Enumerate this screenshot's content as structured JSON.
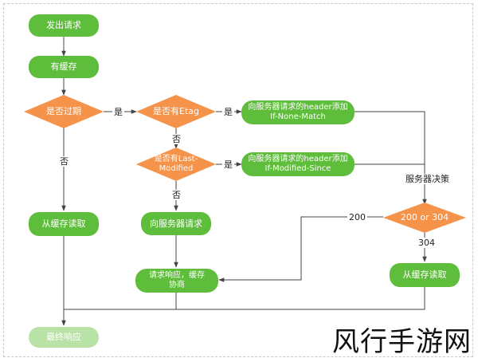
{
  "colors": {
    "green": "#5fbd3c",
    "green_faded": "#b9e3a6",
    "orange": "#f5934a",
    "line": "#444444"
  },
  "nodes": {
    "send_request": "发出请求",
    "has_cache": "有缓存",
    "expired": "是否过期",
    "has_etag": "是否有Etag",
    "has_last_modified": "是否有Last-Modified",
    "send_if_none_match_line1": "向服务器请求的header添加",
    "send_if_none_match_line2": "If-None-Match",
    "send_if_modified_since_line1": "向服务器请求的header添加",
    "send_if_modified_since_line2": "If-Modified-Since",
    "read_cache_left": "从缓存读取",
    "request_server": "向服务器请求",
    "response_cache_line1": "请求响应，缓存",
    "response_cache_line2": "协商",
    "status_code": "200 or 304",
    "read_cache_right": "从缓存读取",
    "final_response": "最终响应"
  },
  "edge_labels": {
    "expired_yes": "是",
    "etag_yes": "是",
    "lastmod_yes": "是",
    "expired_no": "否",
    "etag_no": "否",
    "lastmod_no": "否",
    "server_decision": "服务器决策",
    "code_200": "200",
    "code_304": "304"
  },
  "watermark": "风行手游网"
}
